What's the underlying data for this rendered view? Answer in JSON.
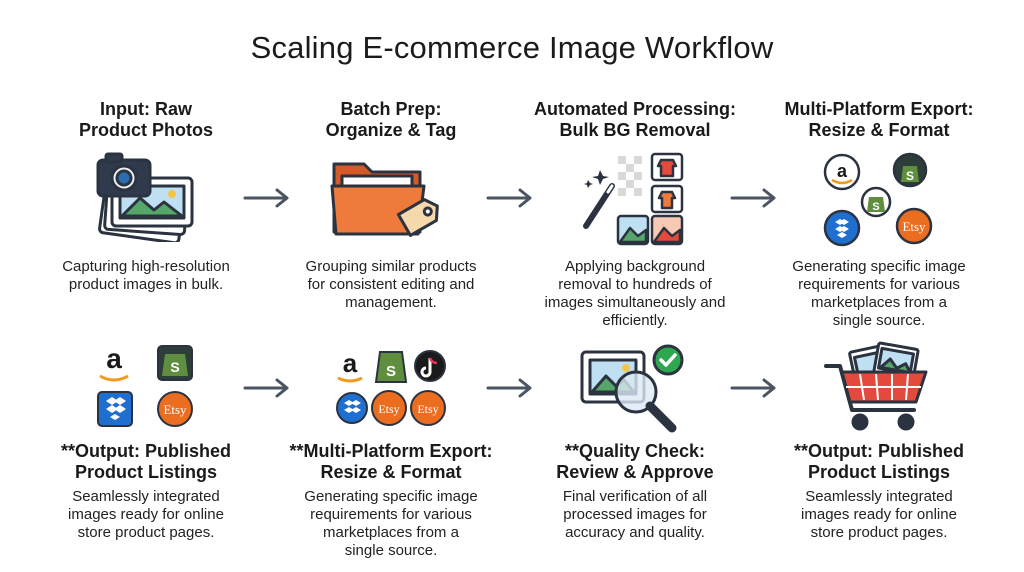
{
  "title": "Scaling E-commerce Image Workflow",
  "colors": {
    "dark": "#2b3340",
    "orange": "#e8703a",
    "shopify_green": "#5e8e3e",
    "dropbox_blue": "#1f6fd1",
    "etsy_orange": "#eb6d20",
    "check_green": "#2ea84f",
    "arrow": "#4a5462"
  },
  "steps": [
    {
      "heading_line1": "Input: Raw",
      "heading_line2": "Product Photos",
      "desc_lines": [
        "Capturing high-resolution",
        "product images in bulk."
      ],
      "icon": "camera-photos-icon"
    },
    {
      "heading_line1": "Batch Prep:",
      "heading_line2": "Organize & Tag",
      "desc_lines": [
        "Grouping similar products",
        "for consistent editing and",
        "management."
      ],
      "icon": "folder-tag-icon"
    },
    {
      "heading_line1": "Automated Processing:",
      "heading_line2": "Bulk BG Removal",
      "desc_lines": [
        "Applying background",
        "removal to hundreds of",
        "images simultaneously and",
        "efficiently."
      ],
      "icon": "magic-wand-grid-icon"
    },
    {
      "heading_line1": "Multi-Platform Export:",
      "heading_line2": "Resize & Format",
      "desc_lines": [
        "Generating specific image",
        "requirements for various",
        "marketplaces from a",
        "single source."
      ],
      "icon": "marketplace-logos-icon"
    },
    {
      "heading_line1": "**Output: Published",
      "heading_line2": "Product Listings",
      "desc_lines": [
        "Seamlessly integrated",
        "images ready for online",
        "store product pages."
      ],
      "icon": "marketplace-logos-grid-icon"
    },
    {
      "heading_line1": "**Multi-Platform Export:",
      "heading_line2": "Resize & Format",
      "desc_lines": [
        "Generating specific image",
        "requirements for various",
        "marketplaces from a",
        "single source."
      ],
      "icon": "marketplace-logos-row-icon"
    },
    {
      "heading_line1": "**Quality Check:",
      "heading_line2": "Review & Approve",
      "desc_lines": [
        "Final verification of all",
        "processed images for",
        "accuracy and quality."
      ],
      "icon": "magnifier-check-icon"
    },
    {
      "heading_line1": "**Output: Published",
      "heading_line2": "Product Listings",
      "desc_lines": [
        "Seamlessly integrated",
        "images ready for online",
        "store product pages."
      ],
      "icon": "shopping-cart-icon"
    }
  ],
  "logo_text": {
    "amazon": "a",
    "shopify": "S",
    "etsy": "Etsy"
  }
}
